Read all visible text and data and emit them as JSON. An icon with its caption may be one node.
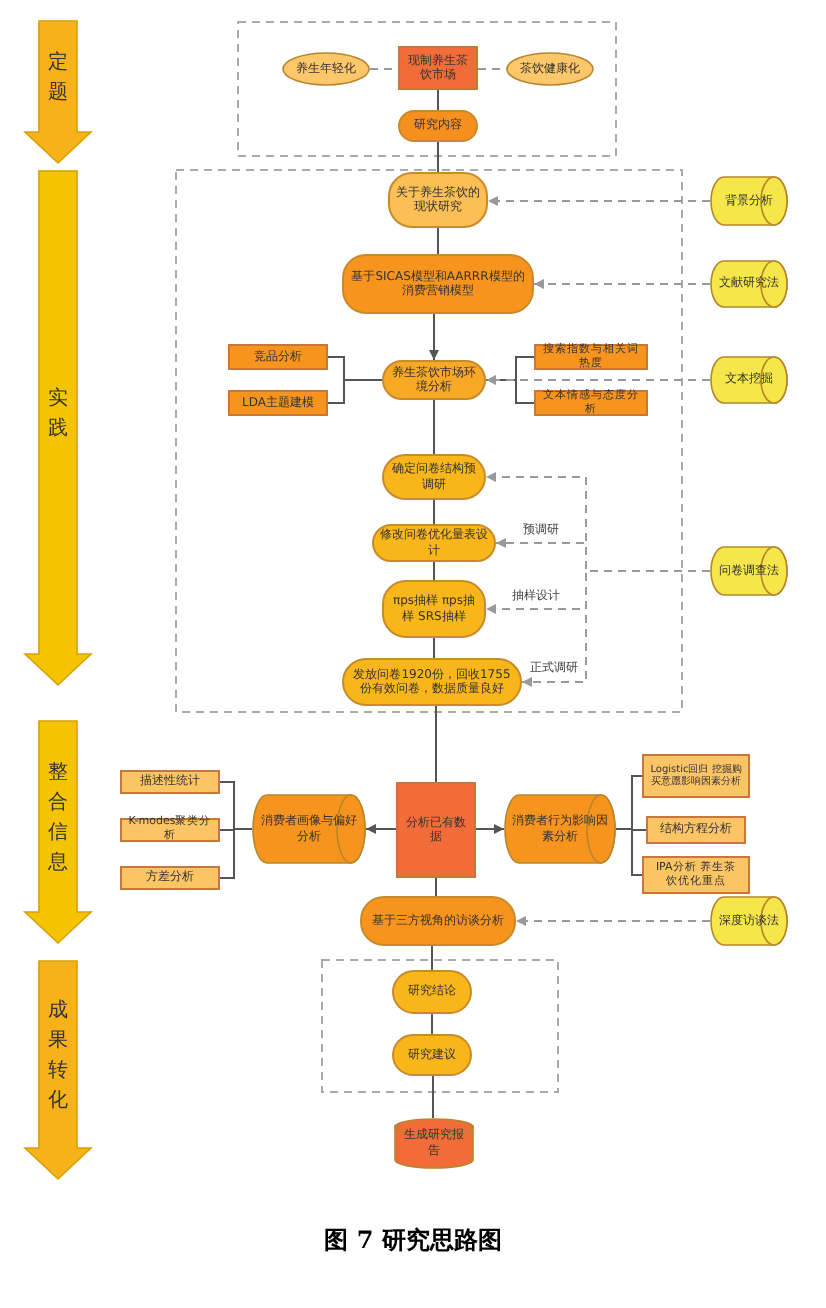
{
  "diagram": {
    "caption": "图 7 研究思路图",
    "nodes": [
      {
        "text": [
          "定题"
        ]
      },
      {
        "text": [
          "实践"
        ]
      },
      {
        "text": [
          "整合信息"
        ]
      },
      {
        "text": [
          "成果转化"
        ]
      },
      {
        "text": [
          "养生年轻化"
        ]
      },
      {
        "text": [
          "现制养生茶饮市场"
        ]
      },
      {
        "text": [
          "茶饮健康化"
        ]
      },
      {
        "text": [
          "研究内容"
        ]
      },
      {
        "text": [
          "关于养生茶饮的现状研究"
        ]
      },
      {
        "text": [
          "基于SICAS模型和AARRR模型的消费营销模型"
        ]
      },
      {
        "text": [
          "竞品分析"
        ]
      },
      {
        "text": [
          "LDA主题建模"
        ]
      },
      {
        "text": [
          "养生茶饮市场环境分析"
        ]
      },
      {
        "text": [
          "搜索指数与相关词热度"
        ]
      },
      {
        "text": [
          "文本情感与态度分析"
        ]
      },
      {
        "text": [
          "确定问卷结构预调研"
        ]
      },
      {
        "text": [
          "修改问卷优化量表设计"
        ]
      },
      {
        "text": [
          "πps抽样 πps抽样 SRS抽样"
        ]
      },
      {
        "text": [
          "发放问卷1920份，回收1755份有效问卷，数据质量良好"
        ]
      },
      {
        "text": [
          "背景分析"
        ]
      },
      {
        "text": [
          "文献研究法"
        ]
      },
      {
        "text": [
          "文本挖掘"
        ]
      },
      {
        "text": [
          "问卷调查法"
        ]
      },
      {
        "text": [
          "描述性统计"
        ]
      },
      {
        "text": [
          "K-modes聚类分析"
        ]
      },
      {
        "text": [
          "方差分析"
        ]
      },
      {
        "text": [
          "消费者画像与偏好分析"
        ]
      },
      {
        "text": [
          "分析已有数据"
        ]
      },
      {
        "text": [
          "消费者行为影响因素分析"
        ]
      },
      {
        "text": [
          "Logistic回归 挖掘购买意愿影响因素分析"
        ]
      },
      {
        "text": [
          "结构方程分析"
        ]
      },
      {
        "text": [
          "IPA分析 养生茶饮优化重点"
        ]
      },
      {
        "text": [
          "基于三方视角的访谈分析"
        ]
      },
      {
        "text": [
          "深度访谈法"
        ]
      },
      {
        "text": [
          "研究结论"
        ]
      },
      {
        "text": [
          "研究建议"
        ]
      },
      {
        "text": [
          "生成研究报告"
        ]
      }
    ],
    "edges": [
      {
        "from": 4,
        "to": 5,
        "arrow": "none",
        "style": "dashed"
      },
      {
        "from": 5,
        "to": 6,
        "arrow": "none",
        "style": "dashed"
      },
      {
        "from": 5,
        "to": 7,
        "arrow": "none"
      },
      {
        "from": 7,
        "to": 8,
        "arrow": "none"
      },
      {
        "from": 8,
        "to": 9,
        "arrow": "none"
      },
      {
        "from": 9,
        "to": 12,
        "arrow": "to"
      },
      {
        "from": 12,
        "to": 15,
        "arrow": "none"
      },
      {
        "from": 15,
        "to": 16,
        "arrow": "none"
      },
      {
        "from": 16,
        "to": 17,
        "arrow": "none"
      },
      {
        "from": 17,
        "to": 18,
        "arrow": "none"
      },
      {
        "from": 10,
        "to": 12,
        "arrow": "none"
      },
      {
        "from": 11,
        "to": 12,
        "arrow": "none"
      },
      {
        "from": 13,
        "to": 12,
        "arrow": "none"
      },
      {
        "from": 14,
        "to": 12,
        "arrow": "none"
      },
      {
        "from": 19,
        "to": 8,
        "arrow": "to",
        "style": "dashed"
      },
      {
        "from": 20,
        "to": 9,
        "arrow": "to",
        "style": "dashed"
      },
      {
        "from": 21,
        "to": 12,
        "arrow": "to",
        "style": "dashed"
      },
      {
        "from": 22,
        "to": 15,
        "arrow": "to",
        "style": "dashed"
      },
      {
        "from": 22,
        "to": 16,
        "arrow": "to",
        "style": "dashed",
        "label": "预调研"
      },
      {
        "from": 22,
        "to": 17,
        "arrow": "to",
        "style": "dashed",
        "label": "抽样设计"
      },
      {
        "from": 22,
        "to": 18,
        "arrow": "to",
        "style": "dashed",
        "label": "正式调研"
      },
      {
        "from": 18,
        "to": 27,
        "arrow": "none"
      },
      {
        "from": 27,
        "to": 26,
        "arrow": "to"
      },
      {
        "from": 27,
        "to": 28,
        "arrow": "to"
      },
      {
        "from": 23,
        "to": 26,
        "arrow": "none"
      },
      {
        "from": 24,
        "to": 26,
        "arrow": "none"
      },
      {
        "from": 25,
        "to": 26,
        "arrow": "none"
      },
      {
        "from": 29,
        "to": 28,
        "arrow": "none"
      },
      {
        "from": 30,
        "to": 28,
        "arrow": "none"
      },
      {
        "from": 31,
        "to": 28,
        "arrow": "none"
      },
      {
        "from": 27,
        "to": 32,
        "arrow": "none"
      },
      {
        "from": 33,
        "to": 32,
        "arrow": "to",
        "style": "dashed"
      },
      {
        "from": 32,
        "to": 34,
        "arrow": "none"
      },
      {
        "from": 34,
        "to": 35,
        "arrow": "none"
      },
      {
        "from": 35,
        "to": 36,
        "arrow": "none"
      }
    ]
  }
}
